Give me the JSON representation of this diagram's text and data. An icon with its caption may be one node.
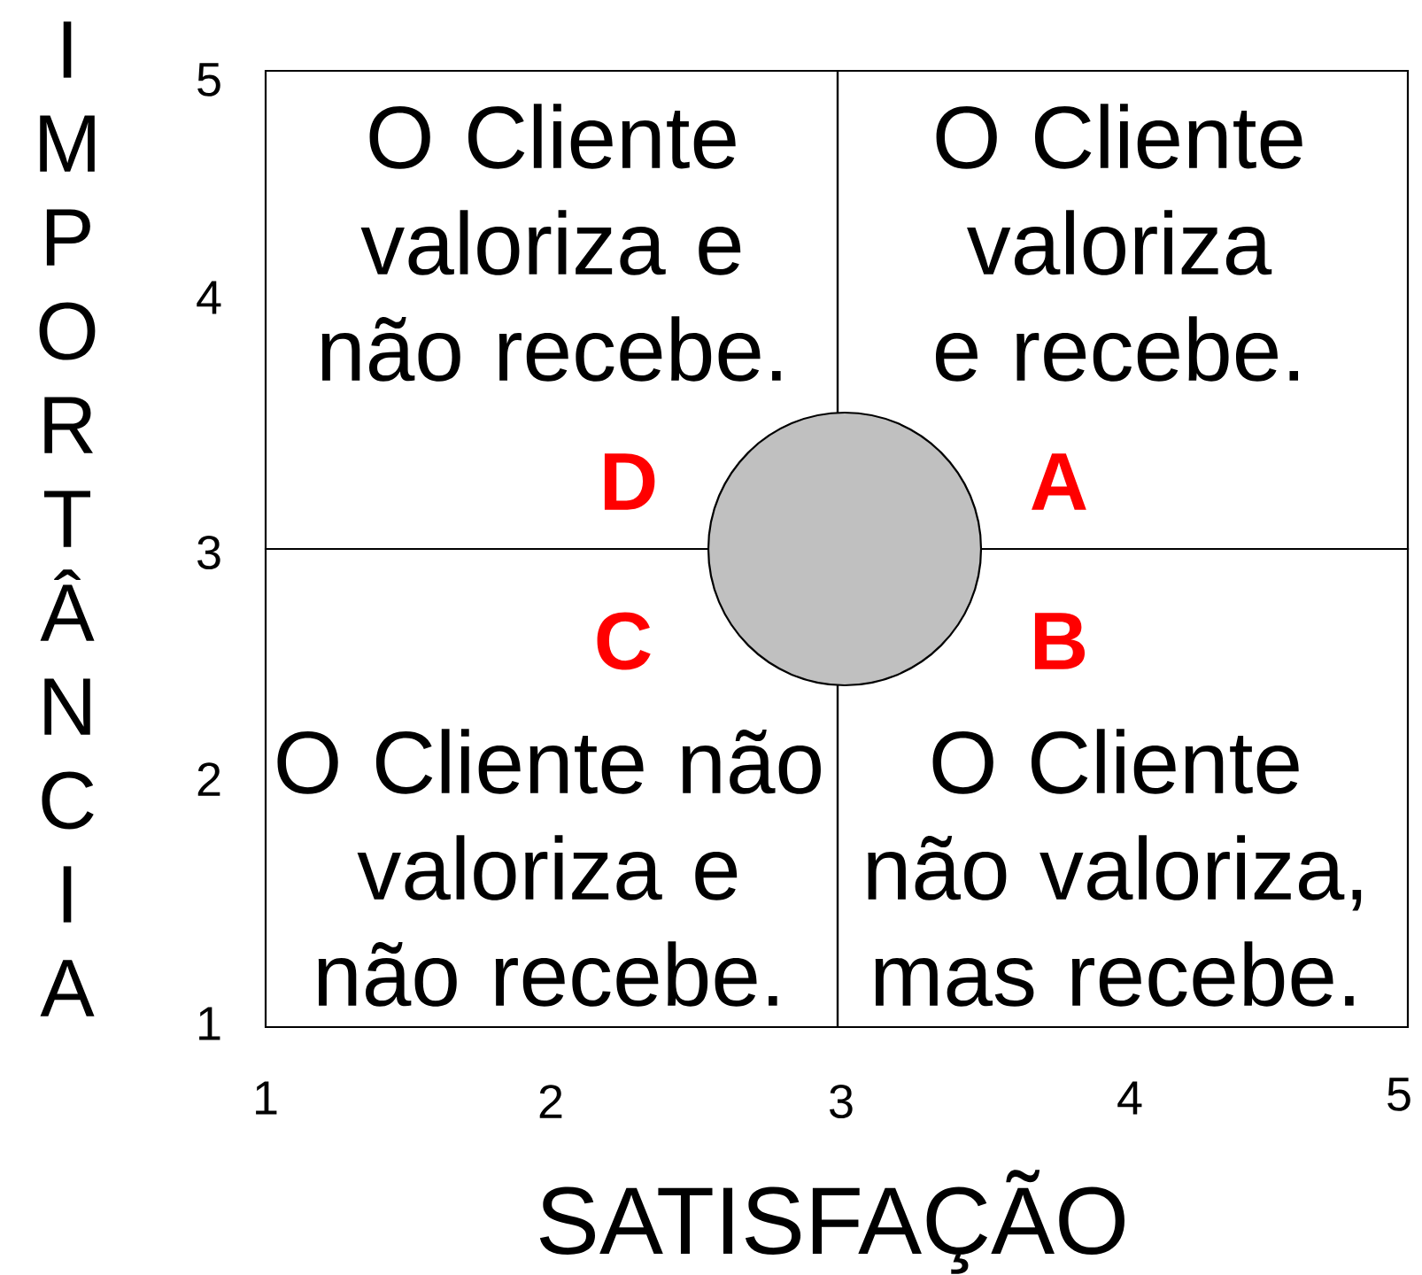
{
  "diagram": {
    "nodes": [
      {
        "text": [
          "O Cliente valoriza e não recebe."
        ]
      },
      {
        "text": [
          "O Cliente valoriza e recebe."
        ]
      },
      {
        "text": [
          "O Cliente não valoriza e não recebe."
        ]
      },
      {
        "text": [
          "O Cliente não valoriza, mas recebe."
        ]
      },
      {
        "text": [],
        "shape": "circle"
      }
    ],
    "labels": [
      "IMPORTÂNCIA",
      "5",
      "4",
      "D",
      "A",
      "3",
      "C",
      "B",
      "2",
      "1",
      "1",
      "2",
      "3",
      "4",
      "5",
      "SATISFAÇÃO"
    ]
  }
}
